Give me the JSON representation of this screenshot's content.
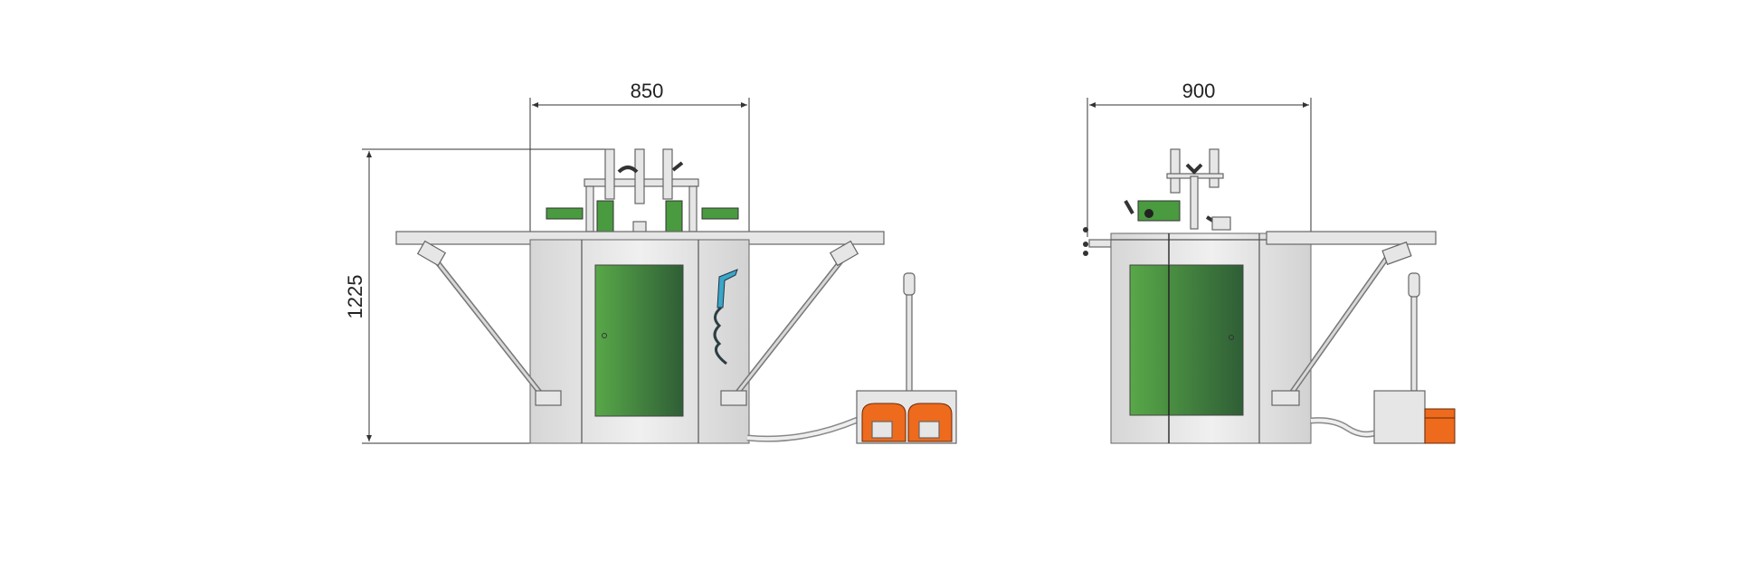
{
  "dimensions": {
    "front_width": "850",
    "side_width": "900",
    "height": "1225"
  },
  "colors": {
    "door_green": "#3f8f3a",
    "pedal_orange": "#ee6a1c",
    "air_gun_blue": "#3aa7c9",
    "body_grey": "#e6e6e6"
  }
}
